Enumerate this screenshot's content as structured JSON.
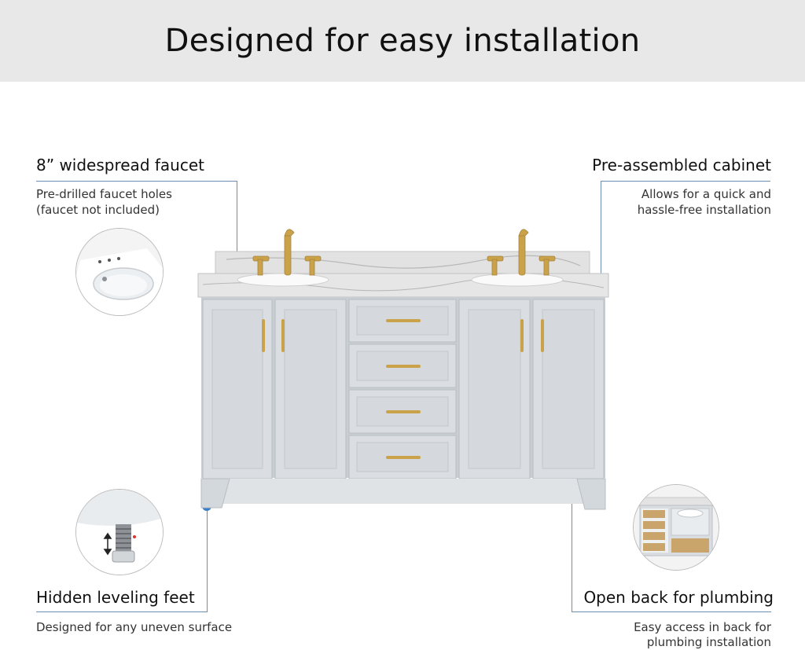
{
  "header": {
    "title": "Designed for easy installation"
  },
  "features": {
    "faucet": {
      "title": "8” widespread faucet",
      "desc_line1": "Pre-drilled faucet holes",
      "desc_line2": "(faucet not included)",
      "icon": "sink-closeup-icon"
    },
    "cabinet": {
      "title": "Pre-assembled cabinet",
      "desc_line1": "Allows for  a quick and",
      "desc_line2": "hassle-free installation"
    },
    "feet": {
      "title": "Hidden leveling feet",
      "desc_line1": "Designed for any uneven surface",
      "icon": "leveling-foot-icon"
    },
    "plumbing": {
      "title": "Open back for plumbing",
      "desc_line1": "Easy access in back for",
      "desc_line2": "plumbing installation",
      "icon": "open-back-cabinet-icon"
    }
  },
  "colors": {
    "banner_bg": "#e8e8e8",
    "accent_dot": "#3a7ec6",
    "leader_line": "#6f8db0",
    "cabinet": "#d9dde1",
    "hardware_gold": "#c9a24a",
    "countertop": "#e6e6e6"
  }
}
